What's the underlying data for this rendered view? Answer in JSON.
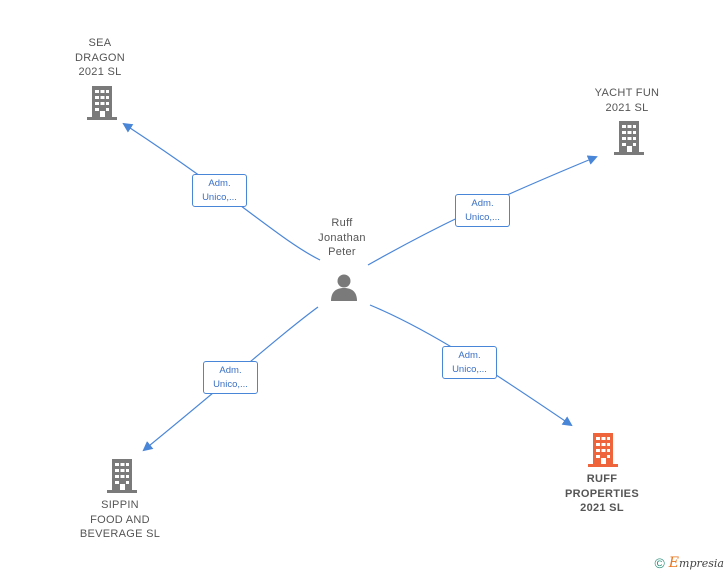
{
  "person": {
    "name_lines": [
      "Ruff",
      "Jonathan",
      "Peter"
    ]
  },
  "companies": {
    "sea_dragon": {
      "lines": [
        "SEA",
        "DRAGON",
        "2021  SL"
      ]
    },
    "yacht_fun": {
      "lines": [
        "YACHT FUN",
        "2021  SL"
      ]
    },
    "sippin": {
      "lines": [
        "SIPPIN",
        "FOOD AND",
        "BEVERAGE  SL"
      ]
    },
    "ruff_properties": {
      "lines": [
        "RUFF",
        "PROPERTIES",
        "2021  SL"
      ]
    }
  },
  "relations": {
    "sea_dragon": [
      "Adm.",
      "Unico,..."
    ],
    "yacht_fun": [
      "Adm.",
      "Unico,..."
    ],
    "sippin": [
      "Adm.",
      "Unico,..."
    ],
    "ruff_properties": [
      "Adm.",
      "Unico,..."
    ]
  },
  "colors": {
    "edge": "#4a86d8",
    "company_icon": "#7a7a7a",
    "highlight_icon": "#f0643c",
    "person_icon": "#7a7a7a"
  },
  "footer": {
    "copyright": "©",
    "brand_initial": "E",
    "brand_rest": "mpresia"
  }
}
